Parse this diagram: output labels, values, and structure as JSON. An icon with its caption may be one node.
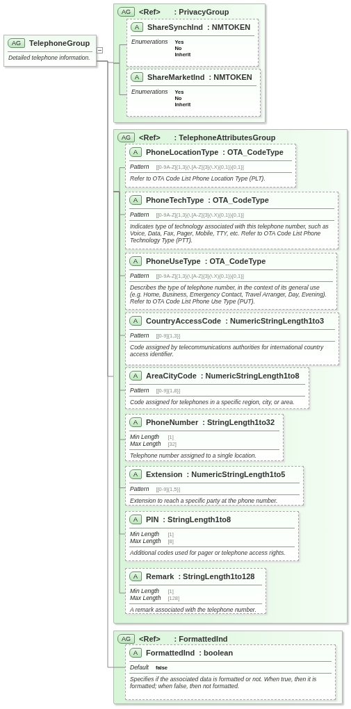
{
  "diagram": {
    "nodes": [
      {
        "text": [
          "AG",
          "TelephoneGroup",
          "Detailed telephone information."
        ]
      },
      {
        "text": [
          "AG",
          "<Ref>",
          ": PrivacyGroup"
        ]
      },
      {
        "text": [
          "A",
          "ShareSynchInd",
          ": NMTOKEN",
          "Enumerations",
          "Yes",
          "No",
          "Inherit"
        ],
        "in": 1
      },
      {
        "text": [
          "A",
          "ShareMarketInd",
          ": NMTOKEN",
          "Enumerations",
          "Yes",
          "No",
          "Inherit"
        ],
        "in": 1
      },
      {
        "text": [
          "AG",
          "<Ref>",
          ": TelephoneAttributesGroup"
        ]
      },
      {
        "text": [
          "A",
          "PhoneLocationType",
          ": OTA_CodeType",
          "Pattern",
          "[[0-9A-Z]{1,3}(\\.[A-Z]{3}(\\.X){0,1}){0,1}]",
          "Refer to OTA Code List Phone Location Type (PLT)."
        ],
        "in": 4
      },
      {
        "text": [
          "A",
          "PhoneTechType",
          ": OTA_CodeType",
          "Pattern",
          "[[0-9A-Z]{1,3}(\\.[A-Z]{3}(\\.X){0,1}){0,1}]",
          "Indicates type of technology associated with this telephone number, such as Voice, Data, Fax, Pager, Mobile, TTY, etc. Refer to OTA Code List Phone Technology Type (PTT)."
        ],
        "in": 4
      },
      {
        "text": [
          "A",
          "PhoneUseType",
          ": OTA_CodeType",
          "Pattern",
          "[[0-9A-Z]{1,3}(\\.[A-Z]{3}(\\.X){0,1}){0,1}]",
          "Describes the type of telephone number, in the context of its general use (e.g. Home, Business, Emergency Contact, Travel Arranger, Day, Evening). Refer to OTA Code List Phone Use Type (PUT)."
        ],
        "in": 4
      },
      {
        "text": [
          "A",
          "CountryAccessCode",
          ": NumericStringLength1to3",
          "Pattern",
          "[[0-9]{1,3}]",
          "Code assigned by telecommunications authorities for international country access identifier."
        ],
        "in": 4
      },
      {
        "text": [
          "A",
          "AreaCityCode",
          ": NumericStringLength1to8",
          "Pattern",
          "[[0-9]{1,8}]",
          "Code assigned for telephones in a specific region, city, or area."
        ],
        "in": 4
      },
      {
        "text": [
          "A",
          "PhoneNumber",
          ": StringLength1to32",
          "Min Length",
          "[1]",
          "Max Length",
          "[32]",
          "Telephone number assigned to a single location."
        ],
        "in": 4
      },
      {
        "text": [
          "A",
          "Extension",
          ": NumericStringLength1to5",
          "Pattern",
          "[[0-9]{1,5}]",
          "Extension to reach a specific party at the phone number."
        ],
        "in": 4
      },
      {
        "text": [
          "A",
          "PIN",
          ": StringLength1to8",
          "Min Length",
          "[1]",
          "Max Length",
          "[8]",
          "Additional codes used for pager or telephone access rights."
        ],
        "in": 4
      },
      {
        "text": [
          "A",
          "Remark",
          ": StringLength1to128",
          "Min Length",
          "[1]",
          "Max Length",
          "[128]",
          "A remark associated with the telephone number."
        ],
        "in": 4
      },
      {
        "text": [
          "AG",
          "<Ref>",
          ": FormattedInd"
        ]
      },
      {
        "text": [
          "A",
          "FormattedInd",
          ": boolean",
          "Default",
          "false",
          "Specifies if the associated data is formatted or not. When true, then it is formatted; when false, then not formatted."
        ],
        "in": 14
      }
    ],
    "edges": [
      {
        "from": 0,
        "to": 1,
        "arrow": "none"
      },
      {
        "from": 0,
        "to": 4,
        "arrow": "none"
      },
      {
        "from": 0,
        "to": 14,
        "arrow": "none"
      },
      {
        "from": 1,
        "to": 2,
        "arrow": "none"
      },
      {
        "from": 1,
        "to": 3,
        "arrow": "none"
      },
      {
        "from": 4,
        "to": 5,
        "arrow": "none"
      },
      {
        "from": 4,
        "to": 6,
        "arrow": "none"
      },
      {
        "from": 4,
        "to": 7,
        "arrow": "none"
      },
      {
        "from": 4,
        "to": 8,
        "arrow": "none"
      },
      {
        "from": 4,
        "to": 9,
        "arrow": "none"
      },
      {
        "from": 4,
        "to": 10,
        "arrow": "none"
      },
      {
        "from": 4,
        "to": 11,
        "arrow": "none"
      },
      {
        "from": 4,
        "to": 12,
        "arrow": "none"
      },
      {
        "from": 4,
        "to": 13,
        "arrow": "none"
      },
      {
        "from": 14,
        "to": 15,
        "arrow": "none"
      }
    ]
  }
}
